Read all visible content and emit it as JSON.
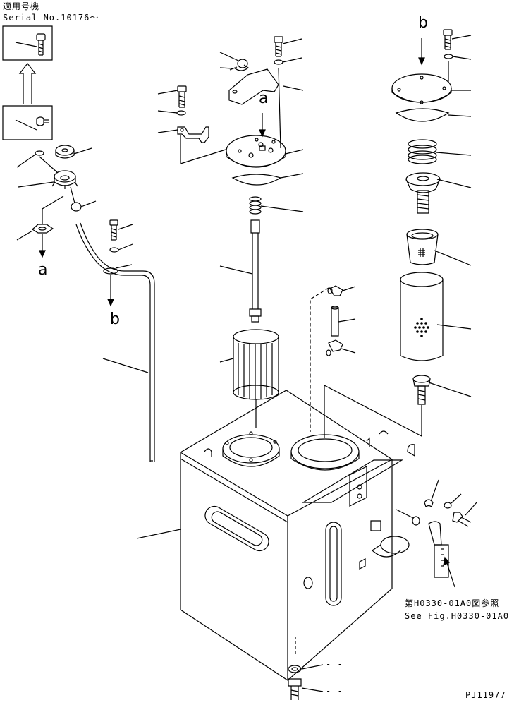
{
  "header": {
    "applicable_label": "適用号機",
    "serial_label": "Serial No.10176～"
  },
  "markers": {
    "a_left": "a",
    "b_left": "b",
    "a_top": "a",
    "b_top": "b"
  },
  "reference": {
    "jp": "第H0330-01A0図参照",
    "en": "See Fig.H0330-01A0"
  },
  "footer": {
    "drawing_code": "PJ11977"
  },
  "dash_marks": [
    "- -",
    "- -"
  ]
}
